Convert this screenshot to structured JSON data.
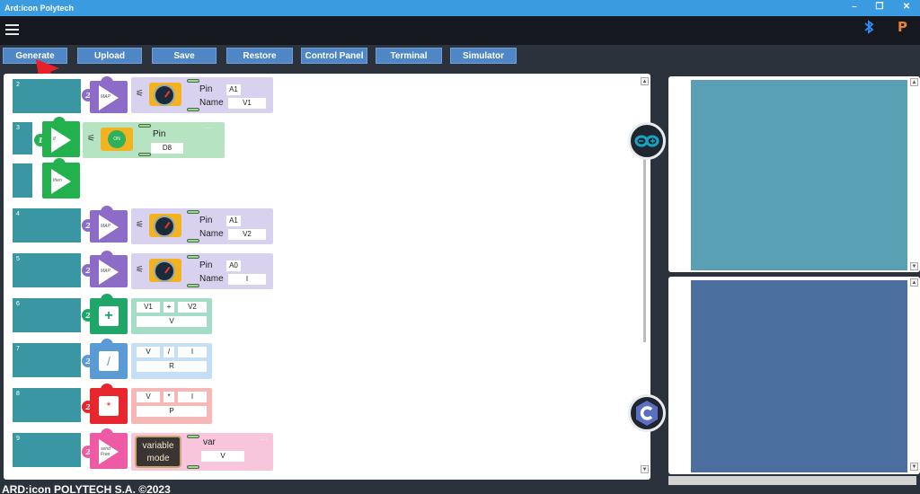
{
  "window": {
    "title": "Ard:icon Polytech",
    "minimize_glyph": "–",
    "maximize_glyph": "❐",
    "close_glyph": "✕"
  },
  "header": {
    "menu_icon": "hamburger-icon",
    "bluetooth_icon": "bluetooth-icon",
    "brand_logo": "P",
    "brand_color": "#e7833a"
  },
  "toolbar": {
    "buttons": [
      "Generate",
      "Upload",
      "Save",
      "Restore",
      "Control Panel",
      "Terminal",
      "Simulator"
    ],
    "button_color": "#4f86c6"
  },
  "rows": [
    {
      "label": "2",
      "badge": "2",
      "block": "MAP",
      "block_color": "#8c6cc7",
      "pin_label": "Pin",
      "pin_value": "A1",
      "name_label": "Name",
      "name_value": "V1"
    },
    {
      "label": "3",
      "badge": "1",
      "block": "If",
      "block_color": "#23b14d",
      "sensor": "ON",
      "pin_label": "Pin",
      "pin_value": "D8",
      "menu": "···"
    },
    {
      "label": "",
      "block": "then",
      "block_color": "#23b14d"
    },
    {
      "label": "4",
      "badge": "2",
      "block": "MAP",
      "block_color": "#8c6cc7",
      "pin_label": "Pin",
      "pin_value": "A1",
      "name_label": "Name",
      "name_value": "V2"
    },
    {
      "label": "5",
      "badge": "2",
      "block": "MAP",
      "block_color": "#8c6cc7",
      "pin_label": "Pin",
      "pin_value": "A0",
      "name_label": "Name",
      "name_value": "I"
    },
    {
      "label": "6",
      "badge": "2",
      "block": "+",
      "block_color": "#1fa76a",
      "a": "V1",
      "op": "+",
      "b": "V2",
      "result": "V"
    },
    {
      "label": "7",
      "badge": "2",
      "block": "/",
      "block_color": "#5a9bd6",
      "a": "V",
      "op": "/",
      "b": "I",
      "result": "R"
    },
    {
      "label": "8",
      "badge": "2",
      "block": "*",
      "block_color": "#e8262e",
      "a": "V",
      "op": "*",
      "b": "I",
      "result": "P"
    },
    {
      "label": "9",
      "badge": "2",
      "block": "send Free",
      "block_color": "#ee5aa3",
      "var_block": "variable\nmode",
      "var_label": "var",
      "var_value": "V",
      "menu": "···"
    }
  ],
  "panels": {
    "top_color": "#5aa0b5",
    "bottom_color": "#4a6e9e",
    "arduino_icon": "arduino-icon",
    "c_icon": "c-language-icon"
  },
  "footer": {
    "text": "ARD:icon POLYTECH S.A. ©2023"
  }
}
